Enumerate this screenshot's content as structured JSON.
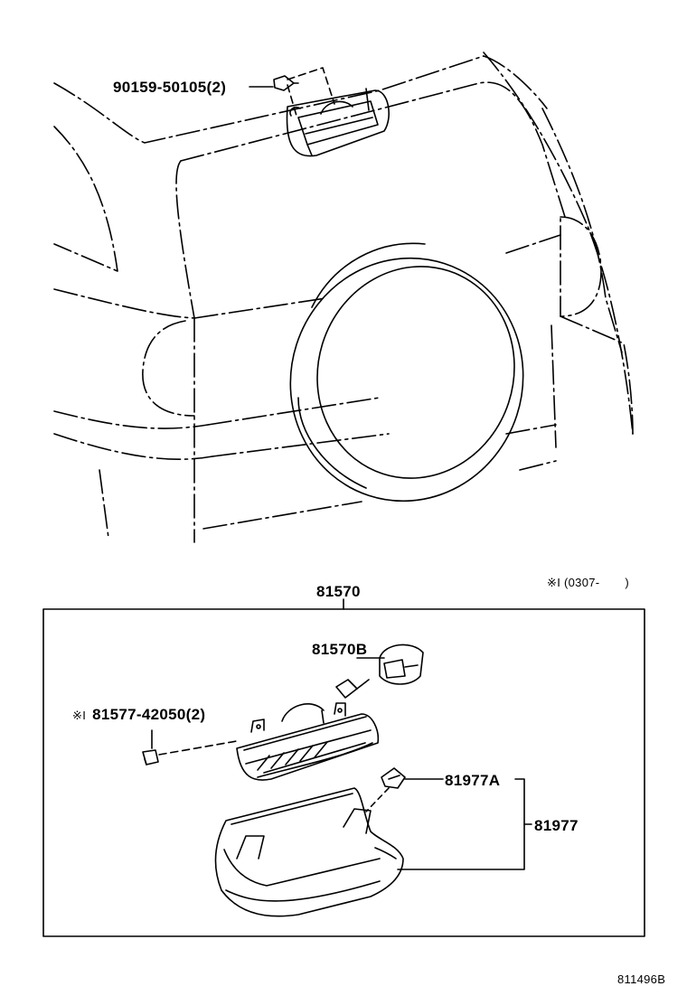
{
  "labels": {
    "bolt_top": "90159-50105",
    "bolt_top_qty": "(2)",
    "assembly": "81570",
    "socket": "81570B",
    "nut": "81577-42050",
    "nut_qty": "(2)",
    "nut_note_mark": "※I",
    "cover_part": "81977A",
    "cover": "81977",
    "applicability_note": "※I (0307-",
    "applicability_close": ")",
    "diagram_code": "811496B"
  },
  "colors": {
    "line": "#000000",
    "background": "#ffffff"
  }
}
